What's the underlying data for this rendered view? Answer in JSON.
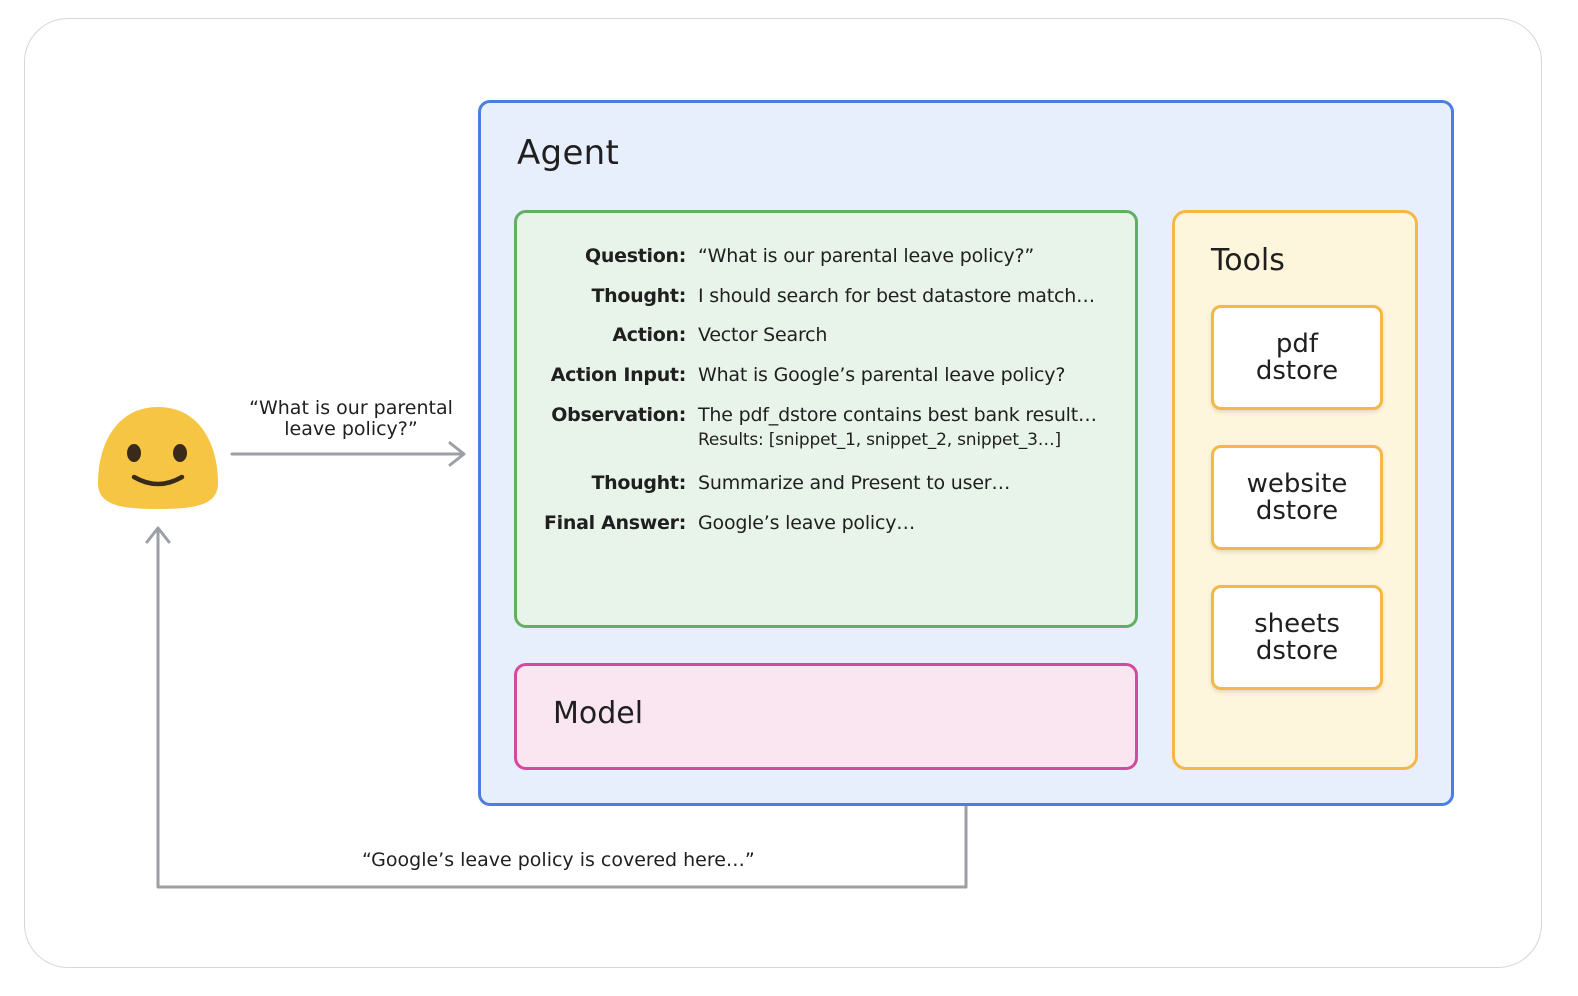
{
  "agent": {
    "title": "Agent"
  },
  "trace": {
    "rows": [
      {
        "key": "Question:",
        "value": "“What is our parental leave policy?”"
      },
      {
        "key": "Thought:",
        "value": "I should search for best datastore match…"
      },
      {
        "key": "Action:",
        "value": "Vector Search"
      },
      {
        "key": "Action Input:",
        "value": "What is Google’s parental leave policy?"
      },
      {
        "key": "Observation:",
        "value": "The pdf_dstore contains best bank result…",
        "sub": "Results: [snippet_1, snippet_2, snippet_3…]"
      },
      {
        "key": "Thought:",
        "value": "Summarize and Present to user…"
      },
      {
        "key": "Final Answer:",
        "value": "Google’s leave policy…"
      }
    ]
  },
  "model": {
    "label": "Model"
  },
  "tools": {
    "title": "Tools",
    "items": [
      {
        "line1": "pdf",
        "line2": "dstore"
      },
      {
        "line1": "website",
        "line2": "dstore"
      },
      {
        "line1": "sheets",
        "line2": "dstore"
      }
    ]
  },
  "flow": {
    "question_line1": "“What is our parental",
    "question_line2": "leave policy?”",
    "answer": "“Google’s leave policy is covered here…”"
  },
  "colors": {
    "agent_border": "#4a7fe0",
    "agent_fill": "#e8effc",
    "trace_border": "#62ae62",
    "trace_fill": "#e8f4e9",
    "model_border": "#d54a9d",
    "model_fill": "#f9e6f1",
    "tools_border": "#f5b845",
    "tools_fill": "#fef6dc",
    "arrow": "#9aa0a6",
    "emoji_face": "#f6c544"
  },
  "icons": {
    "user": "smiley-face-icon"
  }
}
